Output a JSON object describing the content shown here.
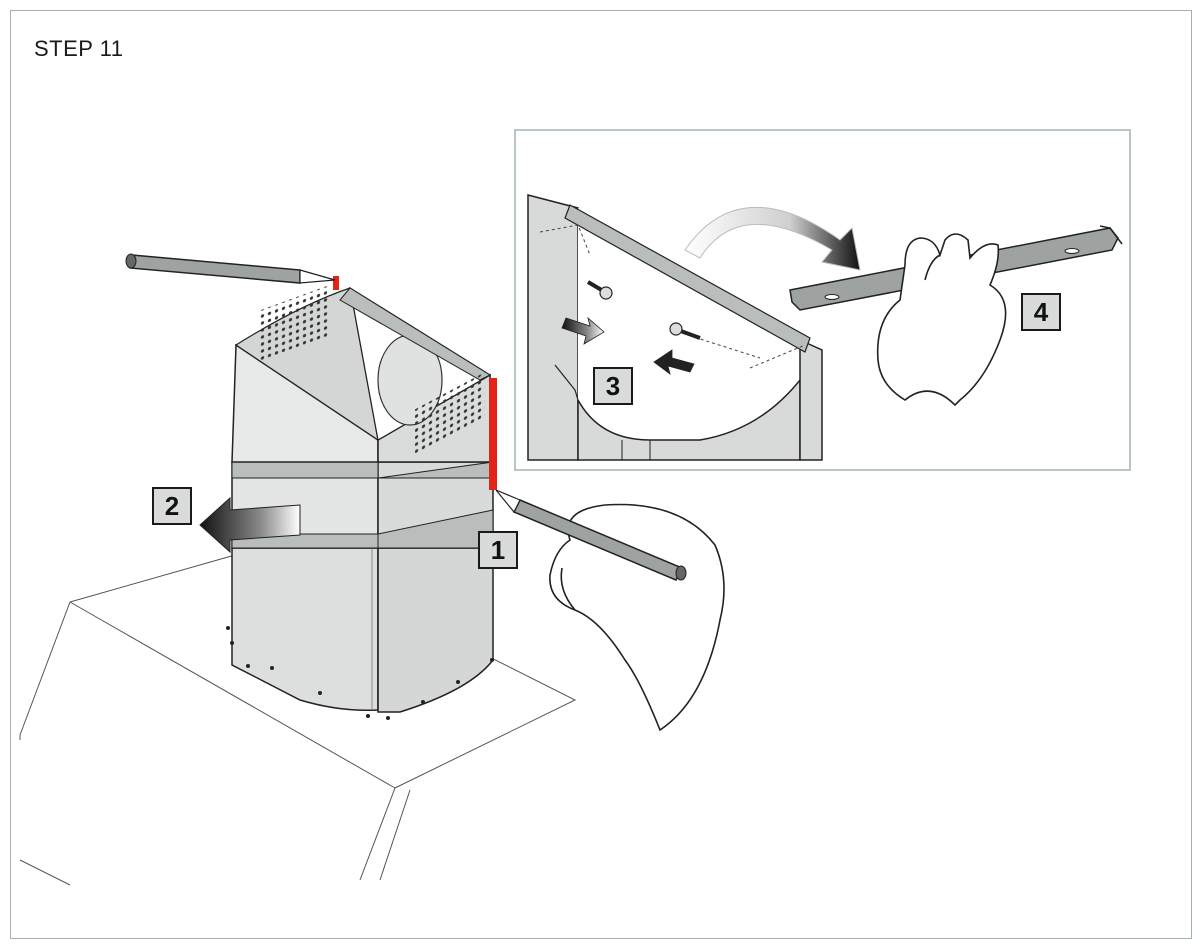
{
  "step": {
    "title": "STEP 11"
  },
  "callouts": {
    "c1": "1",
    "c2": "2",
    "c3": "3",
    "c4": "4"
  },
  "colors": {
    "mark": "#e2231a",
    "metal": "#dcdfde",
    "metal_dark": "#b9bdbc",
    "frame": "#9fb3ad",
    "label_bg": "#d9dbda"
  },
  "icons": [
    "pencil-icon",
    "hand-icon",
    "arrow-icon",
    "screw-icon",
    "bracket-icon"
  ]
}
